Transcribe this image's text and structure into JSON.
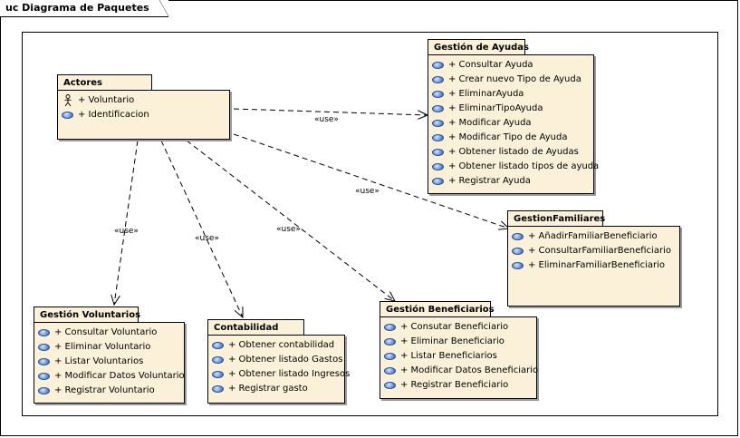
{
  "frame": {
    "title": "uc Diagrama de Paquetes"
  },
  "stereotype": "«use»",
  "packages": {
    "actores": {
      "name": "Actores",
      "items": [
        {
          "icon": "actor-icon",
          "label": "+ Voluntario"
        },
        {
          "icon": "use-case-icon",
          "label": "+ Identificacion"
        }
      ]
    },
    "ayudas": {
      "name": "Gestión de Ayudas",
      "items": [
        {
          "icon": "use-case-icon",
          "label": "+ Consultar Ayuda"
        },
        {
          "icon": "use-case-icon",
          "label": "+ Crear nuevo Tipo de Ayuda"
        },
        {
          "icon": "use-case-icon",
          "label": "+ EliminarAyuda"
        },
        {
          "icon": "use-case-icon",
          "label": "+ EliminarTipoAyuda"
        },
        {
          "icon": "use-case-icon",
          "label": "+ Modificar Ayuda"
        },
        {
          "icon": "use-case-icon",
          "label": "+ Modificar Tipo de Ayuda"
        },
        {
          "icon": "use-case-icon",
          "label": "+ Obtener listado de Ayudas"
        },
        {
          "icon": "use-case-icon",
          "label": "+ Obtener listado tipos de ayuda"
        },
        {
          "icon": "use-case-icon",
          "label": "+ Registrar Ayuda"
        }
      ]
    },
    "familiares": {
      "name": "GestionFamiliares",
      "items": [
        {
          "icon": "use-case-icon",
          "label": "+ AñadirFamiliarBeneficiario"
        },
        {
          "icon": "use-case-icon",
          "label": "+ ConsultarFamiliarBeneficiario"
        },
        {
          "icon": "use-case-icon",
          "label": "+ EliminarFamiliarBeneficiario"
        }
      ]
    },
    "voluntarios": {
      "name": "Gestión Voluntarios",
      "items": [
        {
          "icon": "use-case-icon",
          "label": "+ Consultar Voluntario"
        },
        {
          "icon": "use-case-icon",
          "label": "+ Eliminar Voluntario"
        },
        {
          "icon": "use-case-icon",
          "label": "+ Listar Voluntarios"
        },
        {
          "icon": "use-case-icon",
          "label": "+ Modificar Datos Voluntario"
        },
        {
          "icon": "use-case-icon",
          "label": "+ Registrar Voluntario"
        }
      ]
    },
    "contabilidad": {
      "name": "Contabilidad",
      "items": [
        {
          "icon": "use-case-icon",
          "label": "+ Obtener contabilidad"
        },
        {
          "icon": "use-case-icon",
          "label": "+ Obtener listado Gastos"
        },
        {
          "icon": "use-case-icon",
          "label": "+ Obtener listado Ingresos"
        },
        {
          "icon": "use-case-icon",
          "label": "+ Registrar gasto"
        }
      ]
    },
    "beneficiarios": {
      "name": "Gestión Beneficiarios",
      "items": [
        {
          "icon": "use-case-icon",
          "label": "+ Consutar Beneficiario"
        },
        {
          "icon": "use-case-icon",
          "label": "+ Eliminar Beneficiario"
        },
        {
          "icon": "use-case-icon",
          "label": "+ Listar Beneficiarios"
        },
        {
          "icon": "use-case-icon",
          "label": "+ Modificar Datos Beneficiario"
        },
        {
          "icon": "use-case-icon",
          "label": "+ Registrar Beneficiario"
        }
      ]
    }
  },
  "dependencies": [
    {
      "from": "Actores",
      "to": "Gestión de Ayudas",
      "label": "«use»"
    },
    {
      "from": "Actores",
      "to": "GestionFamiliares",
      "label": "«use»"
    },
    {
      "from": "Actores",
      "to": "Gestión Voluntarios",
      "label": "«use»"
    },
    {
      "from": "Actores",
      "to": "Contabilidad",
      "label": "«use»"
    },
    {
      "from": "Actores",
      "to": "Gestión Beneficiarios",
      "label": "«use»"
    }
  ]
}
